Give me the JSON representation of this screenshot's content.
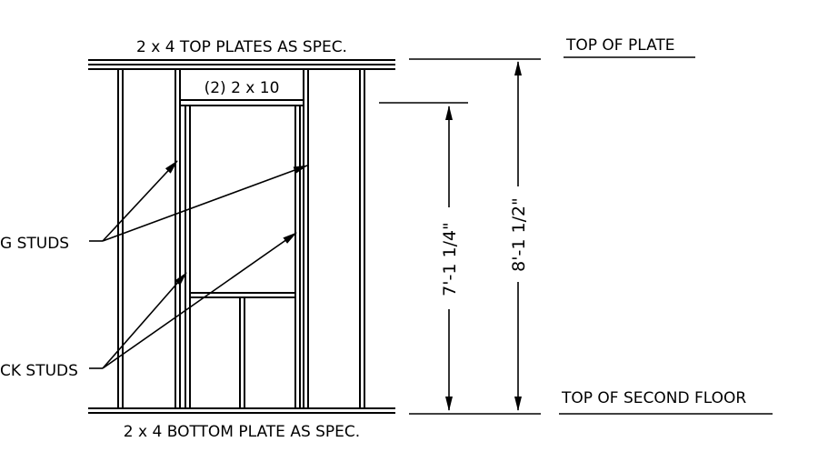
{
  "labels": {
    "top_plates": "2 x 4 TOP PLATES AS SPEC.",
    "bottom_plate": "2 x 4 BOTTOM PLATE AS SPEC.",
    "header": "(2) 2 x 10",
    "top_of_plate": "TOP OF PLATE",
    "top_of_second_floor": "TOP OF SECOND FLOOR",
    "king_studs": "G STUDS",
    "jack_studs": "CK STUDS"
  },
  "dimensions": {
    "opening_height": "7'-1 1/4\"",
    "wall_height": "8'-1 1/2\""
  }
}
